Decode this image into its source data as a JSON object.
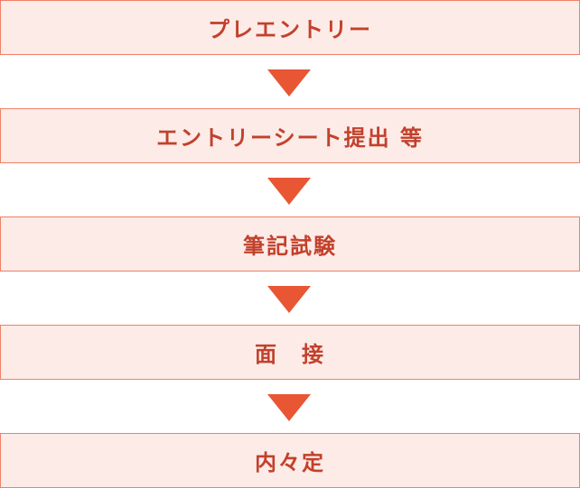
{
  "flow": {
    "steps": [
      {
        "label": "プレエントリー"
      },
      {
        "label": "エントリーシート提出 等"
      },
      {
        "label": "筆記試験"
      },
      {
        "label": "面　接"
      },
      {
        "label": "内々定"
      }
    ]
  },
  "colors": {
    "box_border": "#ef8168",
    "box_fill": "#fdebe7",
    "text": "#c2412c",
    "arrow": "#e85634"
  }
}
